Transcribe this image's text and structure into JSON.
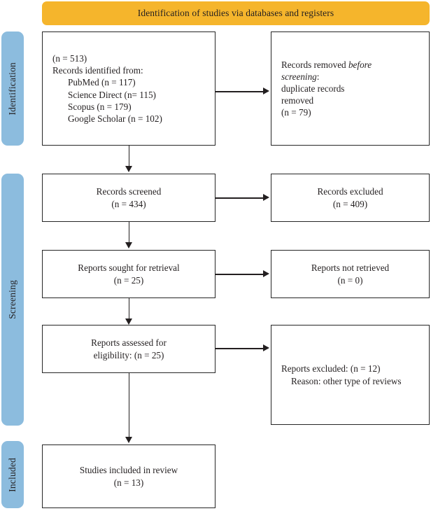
{
  "banner": {
    "title": "Identification of studies via databases and registers",
    "color": "#F5B52C"
  },
  "stages": [
    {
      "id": "identification",
      "label": "Identification",
      "color": "#8CBCDE"
    },
    {
      "id": "screening",
      "label": "Screening",
      "color": "#8CBCDE"
    },
    {
      "id": "included",
      "label": "Included",
      "color": "#8CBCDE"
    }
  ],
  "boxes": {
    "records_identified": {
      "lines": [
        "(n = 513)",
        "Records identified from:",
        "PubMed (n = 117)",
        "Science Direct (n= 115)",
        "Scopus (n = 179)",
        "Google Scholar (n = 102)"
      ]
    },
    "records_removed": {
      "lines": [
        "Records removed ",
        "before",
        "screening",
        ":",
        "duplicate records",
        "removed",
        "(n = 79)"
      ],
      "l1_plain": "Records removed ",
      "l1_italic": "before",
      "l2_italic": "screening",
      "l2_plain": ":",
      "l3": "duplicate records",
      "l4": "removed",
      "l5": "(n = 79)"
    },
    "records_screened": {
      "lines": [
        "Records screened",
        "(n = 434)"
      ]
    },
    "records_excluded": {
      "lines": [
        "Records excluded",
        "(n = 409)"
      ]
    },
    "reports_sought": {
      "lines": [
        "Reports sought for retrieval",
        "(n = 25)"
      ]
    },
    "reports_not_retrieved": {
      "lines": [
        "Reports not retrieved",
        "(n = 0)"
      ]
    },
    "reports_assessed": {
      "lines": [
        "Reports assessed for",
        "eligibility: (n = 25)"
      ]
    },
    "reports_excluded_reason": {
      "lines": [
        "Reports excluded: (n = 12)",
        "Reason: other type of reviews"
      ]
    },
    "studies_included": {
      "lines": [
        "Studies included in review",
        "(n = 13)"
      ]
    }
  }
}
